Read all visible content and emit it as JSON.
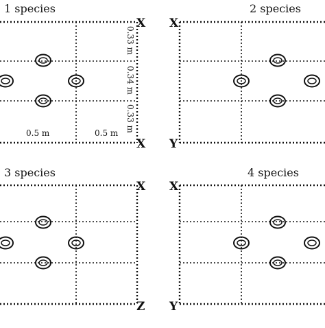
{
  "panels": [
    {
      "title": "1 species",
      "corner_labels": [
        "X",
        "X"
      ],
      "dims": {
        "row_top": "0.33 m",
        "row_mid": "0.34 m",
        "row_bottom": "0.33 m",
        "col_a": "0.5 m",
        "col_b": "0.5 m"
      }
    },
    {
      "title": "2 species",
      "corner_labels": [
        "X",
        "Y"
      ]
    },
    {
      "title": "3 species",
      "corner_labels": [
        "X",
        "Z"
      ]
    },
    {
      "title": "4 species",
      "corner_labels": [
        "X",
        "Y"
      ]
    }
  ],
  "colors": {
    "ink": "#111111",
    "background": "#ffffff"
  }
}
